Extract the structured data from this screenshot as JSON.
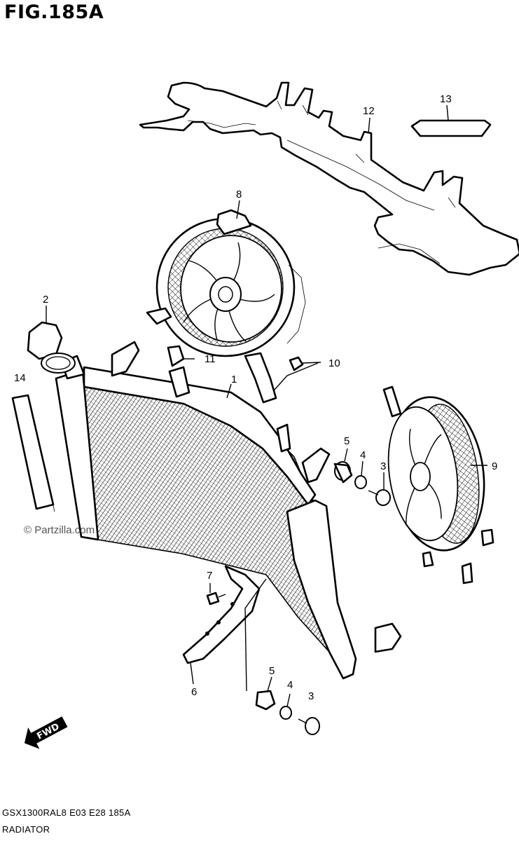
{
  "figure": {
    "title": "FIG.185A"
  },
  "callouts": {
    "c1": "1",
    "c2": "2",
    "c3a": "3",
    "c3b": "3",
    "c4a": "4",
    "c4b": "4",
    "c5a": "5",
    "c5b": "5",
    "c6": "6",
    "c7": "7",
    "c8": "8",
    "c9": "9",
    "c10": "10",
    "c11": "11",
    "c12": "12",
    "c13": "13",
    "c14": "14"
  },
  "watermark": {
    "text": "© Partzilla.com"
  },
  "direction": {
    "label": "FWD",
    "icon": "fwd-arrow-icon"
  },
  "footer": {
    "code": "GSX1300RAL8  E03  E28  185A",
    "caption": "RADIATOR"
  }
}
